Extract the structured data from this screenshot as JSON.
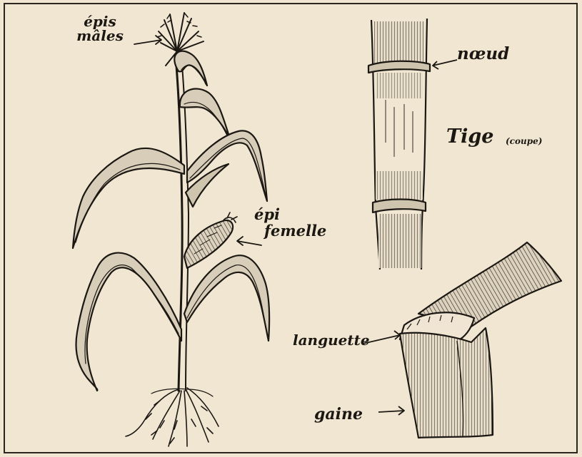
{
  "labels": {
    "epis_males_line1": "épis",
    "epis_males_line2": "mâles",
    "epi_femelle_line1": "épi",
    "epi_femelle_line2": "femelle",
    "noeud": "nœud",
    "tige": "Tige",
    "coupe": "(coupe)",
    "languette": "languette",
    "gaine": "gaine"
  },
  "colors": {
    "paper": "#f1e6d2",
    "ink": "#1b1712",
    "leaf_shade": "#6f675c",
    "stem_shade": "#8a8378"
  }
}
